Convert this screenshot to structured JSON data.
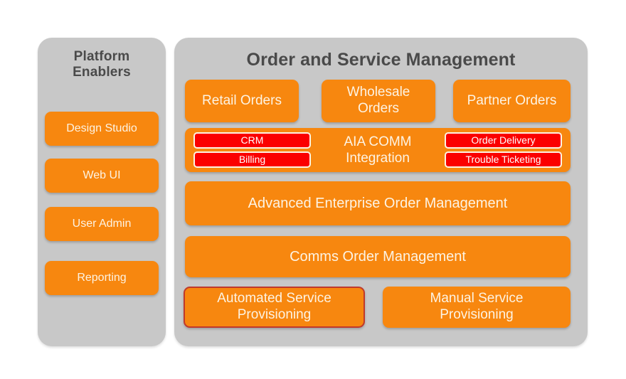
{
  "colors": {
    "background": "#ffffff",
    "panel_gray": "#c8c8c8",
    "orange": "#f7870f",
    "red": "#fb0000",
    "title_gray": "#4a4a4a",
    "box_text": "#fdf3e3",
    "outline_red": "#c0392b"
  },
  "sidebar": {
    "title": "Platform Enablers",
    "title_line1": "Platform",
    "title_line2": "Enablers",
    "items": [
      {
        "label": "Design Studio"
      },
      {
        "label": "Web UI"
      },
      {
        "label": "User Admin"
      },
      {
        "label": "Reporting"
      }
    ]
  },
  "main": {
    "title": "Order and Service Management",
    "order_channels": [
      {
        "label": "Retail Orders"
      },
      {
        "label": "Wholesale Orders",
        "line1": "Wholesale",
        "line2": "Orders"
      },
      {
        "label": "Partner Orders"
      }
    ],
    "integration": {
      "label": "AIA COMM Integration",
      "line1": "AIA COMM",
      "line2": "Integration",
      "left_chips": [
        {
          "label": "CRM"
        },
        {
          "label": "Billing"
        }
      ],
      "right_chips": [
        {
          "label": "Order Delivery"
        },
        {
          "label": "Trouble Ticketing"
        }
      ]
    },
    "layers": [
      {
        "label": "Advanced Enterprise Order Management"
      },
      {
        "label": "Comms Order Management"
      }
    ],
    "provisioning": [
      {
        "label": "Automated Service Provisioning",
        "line1": "Automated Service",
        "line2": "Provisioning",
        "outlined": true
      },
      {
        "label": "Manual Service Provisioning",
        "line1": "Manual Service",
        "line2": "Provisioning",
        "outlined": false
      }
    ]
  }
}
